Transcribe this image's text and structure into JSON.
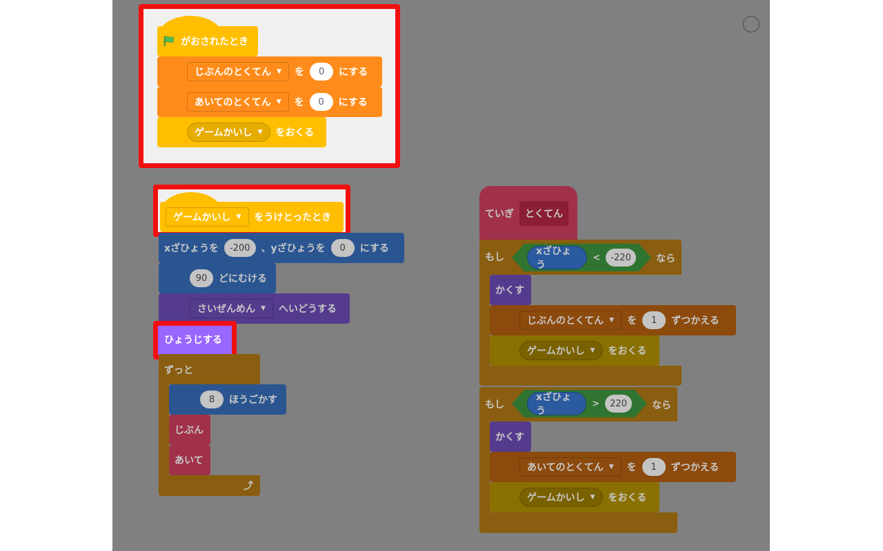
{
  "canvas": {
    "background": "#808080",
    "highlight_color": "#f11010"
  },
  "script1": {
    "hat": {
      "flag_icon": "green-flag",
      "label": "がおされたとき"
    },
    "set1": {
      "variable": "じぶんのとくてん",
      "word": "を",
      "value": "0",
      "suffix": "にする"
    },
    "set2": {
      "variable": "あいてのとくてん",
      "word": "を",
      "value": "0",
      "suffix": "にする"
    },
    "broadcast": {
      "message": "ゲームかいし",
      "suffix": "をおくる"
    }
  },
  "script2": {
    "hat": {
      "message": "ゲームかいし",
      "suffix": "をうけとったとき"
    },
    "goto": {
      "x_label": "xざひょうを",
      "x_value": "-200",
      "sep": "、yざひょうを",
      "y_value": "0",
      "suffix": "にする"
    },
    "point": {
      "value": "90",
      "suffix": "どにむける"
    },
    "layer": {
      "option": "さいぜんめん",
      "suffix": "へいどうする"
    },
    "show": {
      "label": "ひょうじする"
    },
    "forever": {
      "label": "ずっと"
    },
    "move": {
      "value": "8",
      "suffix": "ほうごかす"
    },
    "call1": {
      "label": "じぶん"
    },
    "call2": {
      "label": "あいて"
    }
  },
  "script3": {
    "define": {
      "label": "ていぎ",
      "proc": "とくてん"
    },
    "if1": {
      "if_label": "もし",
      "then_label": "なら",
      "reporter": "xざひょう",
      "operator": "<",
      "value": "-220",
      "hide": "かくす",
      "change": {
        "variable": "じぶんのとくてん",
        "word": "を",
        "value": "1",
        "suffix": "ずつかえる"
      },
      "broadcast": {
        "message": "ゲームかいし",
        "suffix": "をおくる"
      }
    },
    "if2": {
      "if_label": "もし",
      "then_label": "なら",
      "reporter": "xざひょう",
      "operator": ">",
      "value": "220",
      "hide": "かくす",
      "change": {
        "variable": "あいてのとくてん",
        "word": "を",
        "value": "1",
        "suffix": "ずつかえる"
      },
      "broadcast": {
        "message": "ゲームかいし",
        "suffix": "をおくる"
      }
    }
  }
}
